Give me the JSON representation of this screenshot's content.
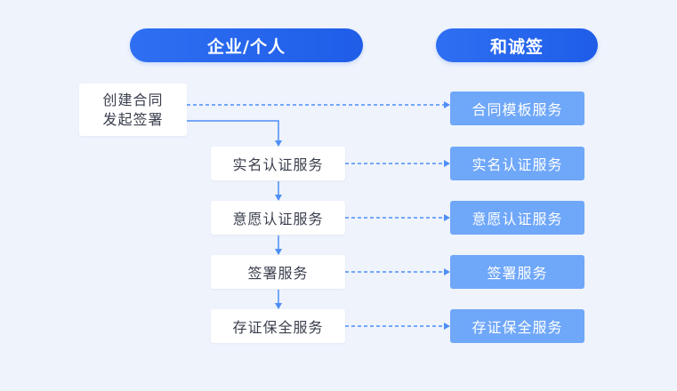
{
  "headers": {
    "left": "企业/个人",
    "right": "和诚签"
  },
  "start_step": {
    "line1": "创建合同",
    "line2": "发起签署"
  },
  "steps": [
    "实名认证服务",
    "意愿认证服务",
    "签署服务",
    "存证保全服务"
  ],
  "services": [
    "合同模板服务",
    "实名认证服务",
    "意愿认证服务",
    "签署服务",
    "存证保全服务"
  ],
  "colors": {
    "background": "#eef3fc",
    "header_pill": "#2563eb",
    "service_box": "#6fa7f9",
    "connector": "#4d8ef7",
    "card_text": "#3a3f4d"
  }
}
